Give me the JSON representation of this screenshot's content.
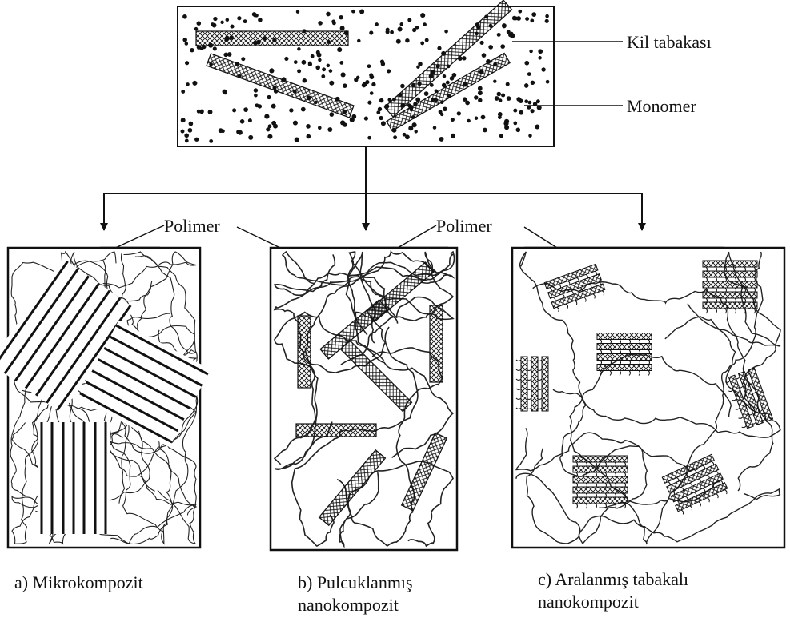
{
  "labels": {
    "clay_layer": "Kil tabakası",
    "monomer": "Monomer",
    "polymer_left": "Polimer",
    "polymer_right": "Polimer"
  },
  "panels": {
    "a": {
      "caption_line1": "a) Mikrokompozit",
      "caption_line2": ""
    },
    "b": {
      "caption_line1": "b) Pulcuklanmış",
      "caption_line2": "nanokompozit"
    },
    "c": {
      "caption_line1": "c) Aralanmış tabakalı",
      "caption_line2": "nanokompozit"
    }
  },
  "colors": {
    "ink": "#111111",
    "paper": "#ffffff"
  }
}
